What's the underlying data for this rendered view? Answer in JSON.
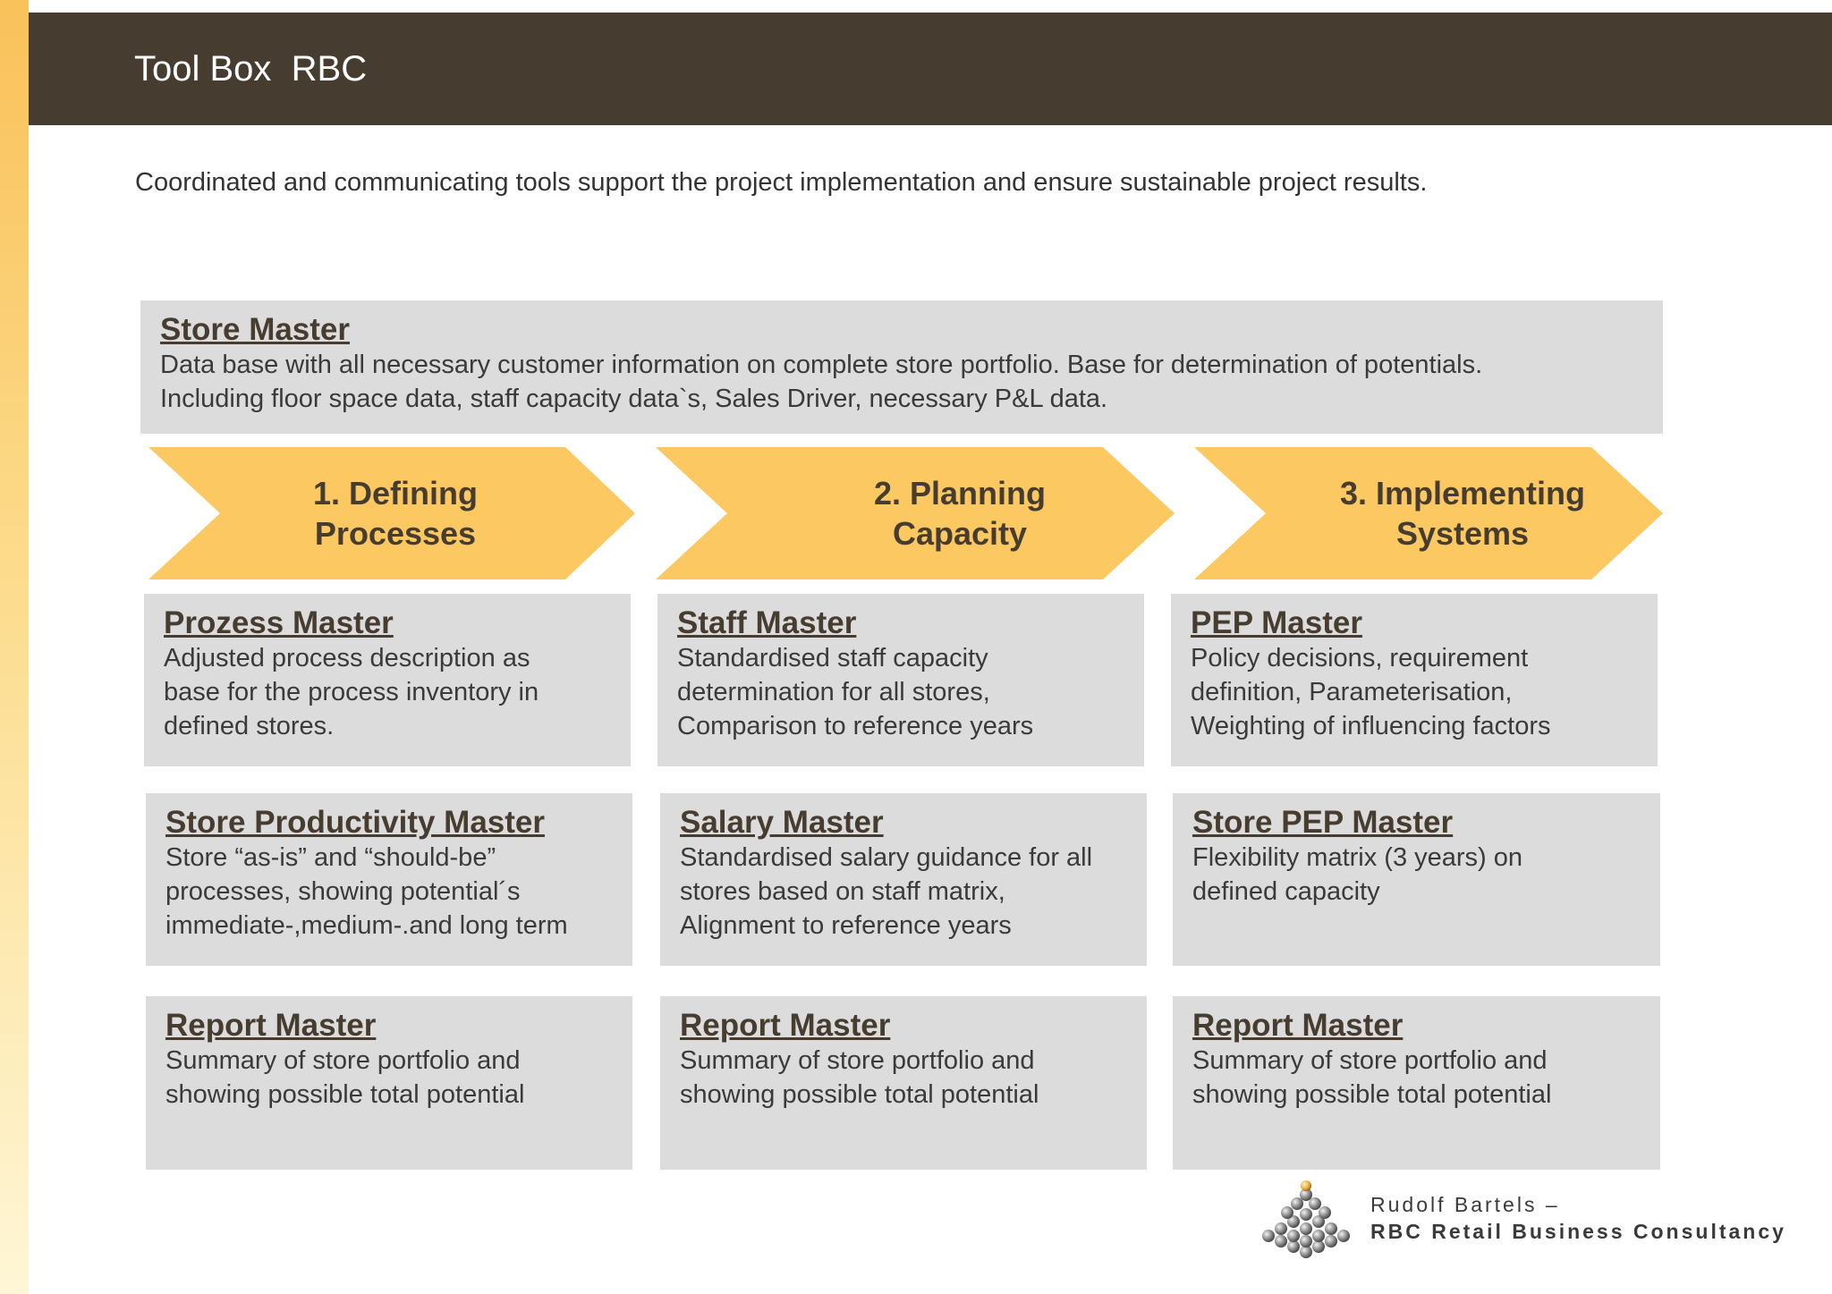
{
  "header": {
    "title": "Tool Box  RBC"
  },
  "intro": "Coordinated and communicating tools support the project implementation and ensure sustainable project results.",
  "store_master": {
    "title": "Store Master",
    "text": "Data base with all necessary customer information on complete store portfolio. Base for determination of potentials.\nIncluding floor space data, staff capacity data`s, Sales Driver, necessary P&L data."
  },
  "phases": [
    {
      "label": "1. Defining\nProcesses"
    },
    {
      "label": "2. Planning\nCapacity"
    },
    {
      "label": "3. Implementing\nSystems"
    }
  ],
  "rows": [
    [
      {
        "title": "Prozess Master",
        "text": "Adjusted process description  as\nbase for the process inventory in\ndefined stores."
      },
      {
        "title": "Staff Master",
        "text": "Standardised staff capacity\ndetermination for all stores,\nComparison to reference years"
      },
      {
        "title": "PEP Master",
        "text": "Policy decisions, requirement\ndefinition, Parameterisation,\nWeighting of influencing factors"
      }
    ],
    [
      {
        "title": "Store Productivity Master",
        "text": "Store “as-is” and “should-be”\nprocesses, showing potential´s\nimmediate-,medium-.and long term"
      },
      {
        "title": "Salary Master",
        "text": "Standardised salary guidance for all\nstores based on staff matrix,\nAlignment to reference years"
      },
      {
        "title": "Store PEP Master",
        "text": "Flexibility matrix (3 years) on\ndefined capacity"
      }
    ],
    [
      {
        "title": "Report Master",
        "text": "Summary of store portfolio and\nshowing possible total potential"
      },
      {
        "title": "Report Master",
        "text": "Summary of store portfolio and\nshowing possible total potential"
      },
      {
        "title": "Report Master",
        "text": "Summary of store portfolio and\nshowing possible total potential"
      }
    ]
  ],
  "footer": {
    "name": "Rudolf Bartels –",
    "firm": "RBC Retail Business Consultancy"
  },
  "colors": {
    "header_bg": "#463c30",
    "arrow_fill": "#fcc862",
    "box_bg": "#dcdcdc",
    "accent_bar": "#f9c15a"
  }
}
